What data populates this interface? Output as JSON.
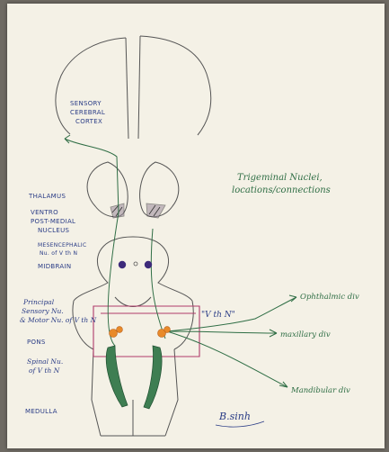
{
  "title": [
    "Trigeminal Nuclei,",
    "locations/connections"
  ],
  "labels": {
    "cortex": [
      "SENSORY",
      "CEREBRAL",
      "CORTEX"
    ],
    "thalamus": "THALAMUS",
    "vpm": [
      "VENTRO",
      "POST-MEDIAL",
      "NUCLEUS"
    ],
    "mesencephalic": [
      "MESENCEPHALIC",
      "Nu. of V th N"
    ],
    "midbrain": "MIDBRAIN",
    "principal": [
      "Principal",
      "Sensory Nu.",
      "& Motor Nu. of V th N"
    ],
    "pons": "PONS",
    "spinal": [
      "Spinal Nu.",
      "of V th N"
    ],
    "medulla": "MEDULLA",
    "vn": "\"V th N\"",
    "ophthalmic": "Ophthalmic div",
    "maxillary": "maxillary div",
    "mandibular": "Mandibular div",
    "signature": "B.sinh"
  },
  "colors": {
    "paper": "#f4f1e6",
    "pencil": "#4a4a4a",
    "label_ink": "#2a3c86",
    "connection_ink": "#2f6e45",
    "pons_outline": "#b03a6a",
    "nucleus_fill": "#e88a2a",
    "spinal_nucleus_fill": "#2f6e45",
    "mesencephalic_fill": "#3d2a7a"
  }
}
